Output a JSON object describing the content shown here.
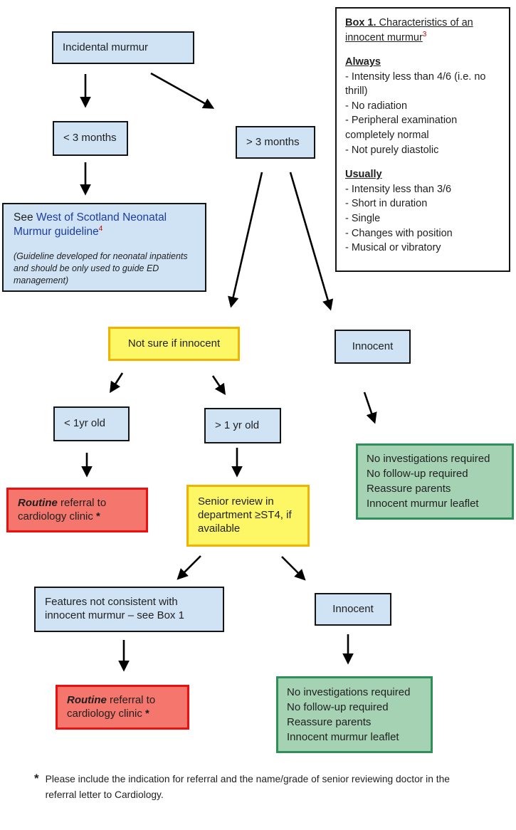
{
  "colors": {
    "node_blue_fill": "#cfe3f5",
    "node_border_dark": "#141414",
    "yellow_fill": "#fdf665",
    "yellow_border": "#efb300",
    "red_fill": "#f4766d",
    "red_border": "#ea1010",
    "green_fill": "#a6d2b4",
    "green_border": "#2f8f5a",
    "link_blue": "#1e3d9e",
    "superscript_red": "#c00000",
    "arrow_black": "#000000"
  },
  "flow": {
    "incidental": "Incidental murmur",
    "under3": "< 3 months",
    "over3": "> 3 months",
    "not_sure": "Not sure if innocent",
    "innocent_top": "Innocent",
    "under1yr": "< 1yr old",
    "over1yr": "> 1 yr old",
    "senior_review": "Senior review in department ≥ST4, if available",
    "features": "Features not consistent with innocent murmur – see Box 1",
    "innocent_bottom": "Innocent"
  },
  "neonatal_box": {
    "prefix": "See ",
    "link": "West of Scotland Neonatal Murmur guideline",
    "sup": "4",
    "note": "(Guideline developed for neonatal inpatients and should be only used to guide ED management)"
  },
  "routine_box": {
    "emphasis": "Routine",
    "rest": " referral to cardiology clinic ",
    "star": "*"
  },
  "outcome_box": {
    "lines": [
      "No investigations required",
      "No follow-up required",
      "Reassure parents",
      "Innocent murmur leaflet"
    ]
  },
  "box1": {
    "title_bold": "Box 1.",
    "title_rest": " Characteristics of an innocent murmur",
    "sup": "3",
    "always_heading": "Always",
    "always_items": [
      "- Intensity less than 4/6 (i.e. no thrill)",
      "- No radiation",
      "- Peripheral examination completely normal",
      "- Not purely diastolic"
    ],
    "usually_heading": "Usually",
    "usually_items": [
      "- Intensity less than 3/6",
      "- Short in duration",
      "- Single",
      "- Changes with position",
      "- Musical or vibratory"
    ]
  },
  "footnote": {
    "star": "*",
    "text": "Please include the indication for referral and the name/grade of senior reviewing doctor in the referral letter to Cardiology."
  }
}
